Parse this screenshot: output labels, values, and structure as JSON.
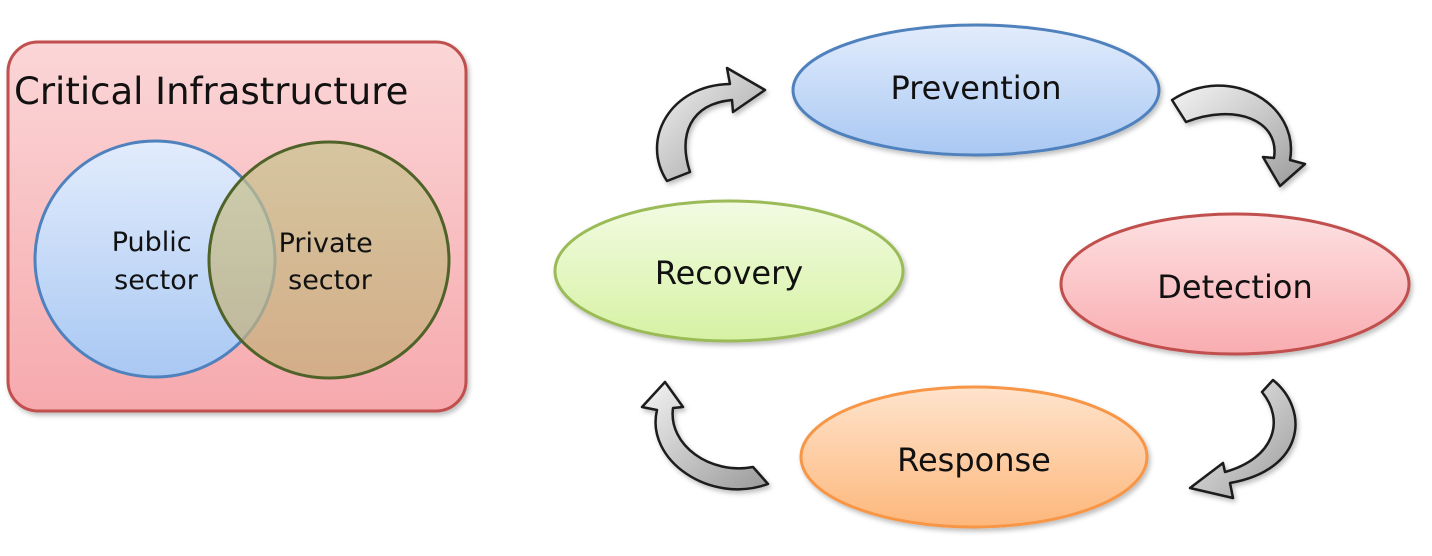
{
  "critical_infrastructure": {
    "title": "Critical Infrastructure",
    "public_sector": {
      "line1": "Public",
      "line2": "sector"
    },
    "private_sector": {
      "line1": "Private",
      "line2": "sector"
    }
  },
  "cycle": {
    "stages": {
      "prevention": "Prevention",
      "detection": "Detection",
      "response": "Response",
      "recovery": "Recovery"
    }
  },
  "colors": {
    "panel_fill": "#f7b3b6",
    "panel_border": "#c0504d",
    "public_fill": "#bcd3f6",
    "public_border": "#4f81bd",
    "private_fill": "#c9b27a",
    "private_border": "#4f6228",
    "prevention_fill": "#bcd3f6",
    "prevention_border": "#4f81bd",
    "detection_fill": "#fbb9bc",
    "detection_border": "#c0504d",
    "response_fill": "#fdbf8a",
    "response_border": "#f79646",
    "recovery_fill": "#dff5b3",
    "recovery_border": "#9bbb59",
    "arrow_fill": "#d9d9d9",
    "arrow_border": "#1a1a1a"
  }
}
